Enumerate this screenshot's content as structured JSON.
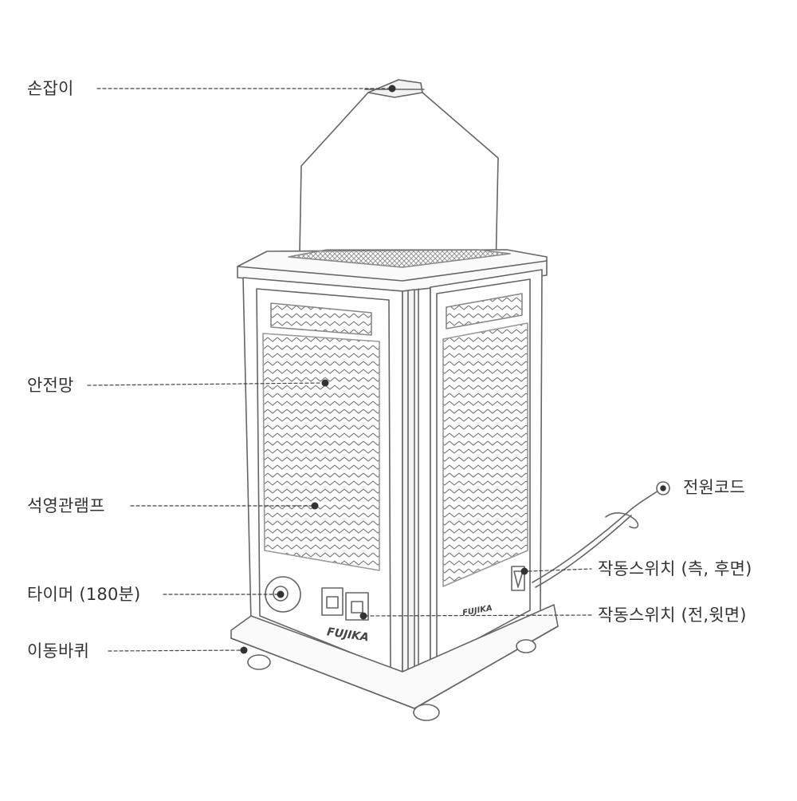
{
  "labels": {
    "handle": "손잡이",
    "safety_grille": "안전망",
    "quartz_lamp": "석영관램프",
    "timer": "타이머 (180분)",
    "wheels": "이동바퀴",
    "power_cord": "전원코드",
    "switch_side_rear": "작동스위치 (측, 후면)",
    "switch_front_top": "작동스위치 (전,윗면)"
  },
  "brand": {
    "front": "FUJIKA",
    "side": "FUJIKA"
  }
}
